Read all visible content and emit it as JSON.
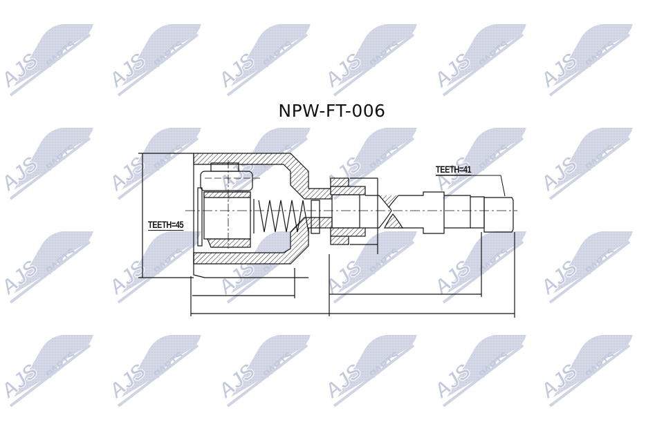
{
  "title": "NPW-FT-006",
  "watermark": {
    "brand": "AJS",
    "brand_suffix": "PARTS",
    "color": "#c5cade",
    "rows": [
      [
        120,
        276,
        434,
        588,
        746,
        900
      ],
      [
        120,
        276,
        434,
        588,
        746,
        900
      ],
      [
        120,
        276,
        434,
        588,
        746,
        900
      ],
      [
        120,
        276,
        434,
        588,
        746,
        900
      ]
    ],
    "row_y": [
      85,
      235,
      385,
      535
    ]
  },
  "labels": {
    "teeth_inner": "TEETH=45",
    "teeth_outer": "TEETH=41"
  },
  "colors": {
    "line": "#111111",
    "background": "#ffffff"
  }
}
